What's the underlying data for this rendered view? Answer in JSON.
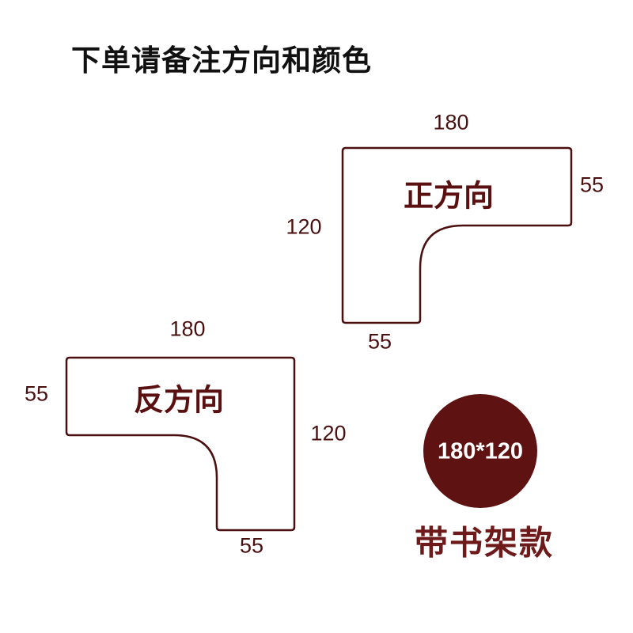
{
  "title": "下单请备注方向和颜色",
  "colors": {
    "outline": "#4a0f0f",
    "circle": "#5e1212",
    "label": "#5a1010"
  },
  "forward": {
    "label": "正方向",
    "top": "180",
    "right": "55",
    "left": "120",
    "bottom": "55"
  },
  "reverse": {
    "label": "反方向",
    "top": "180",
    "left": "55",
    "right": "120",
    "bottom": "55"
  },
  "size_badge": "180*120",
  "variant": "带书架款"
}
